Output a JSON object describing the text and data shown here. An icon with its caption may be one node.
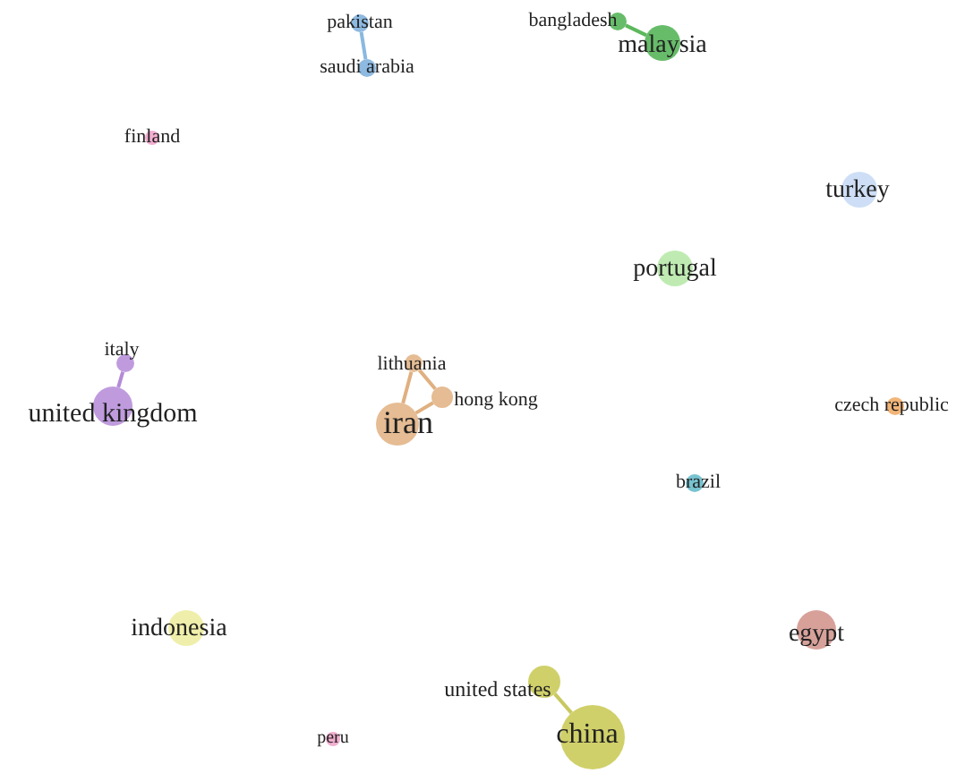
{
  "diagram": {
    "nodes": [
      {
        "text": [
          "pakistan"
        ]
      },
      {
        "text": [
          "saudi arabia"
        ]
      },
      {
        "text": [
          "bangladesh"
        ]
      },
      {
        "text": [
          "malaysia"
        ]
      },
      {
        "text": [
          "finland"
        ]
      },
      {
        "text": [
          "turkey"
        ]
      },
      {
        "text": [
          "portugal"
        ]
      },
      {
        "text": [
          "italy"
        ]
      },
      {
        "text": [
          "lithuania"
        ]
      },
      {
        "text": [
          "hong kong"
        ]
      },
      {
        "text": [
          "united kingdom"
        ]
      },
      {
        "text": [
          "iran"
        ]
      },
      {
        "text": [
          "czech republic"
        ]
      },
      {
        "text": [
          "brazil"
        ]
      },
      {
        "text": [
          "indonesia"
        ]
      },
      {
        "text": [
          "egypt"
        ]
      },
      {
        "text": [
          "united states"
        ]
      },
      {
        "text": [
          "china"
        ]
      },
      {
        "text": [
          "peru"
        ]
      }
    ],
    "edges": [
      {
        "from": 0,
        "to": 1,
        "arrow": "none",
        "color": "#8ab8e0"
      },
      {
        "from": 2,
        "to": 3,
        "arrow": "none",
        "color": "#5cb85c"
      },
      {
        "from": 7,
        "to": 10,
        "arrow": "none",
        "color": "#b48ad8"
      },
      {
        "from": 8,
        "to": 11,
        "arrow": "none",
        "color": "#e0b080"
      },
      {
        "from": 9,
        "to": 11,
        "arrow": "none",
        "color": "#e0b080"
      },
      {
        "from": 8,
        "to": 9,
        "arrow": "none",
        "color": "#e0b080"
      },
      {
        "from": 16,
        "to": 17,
        "arrow": "none",
        "color": "#c8c860"
      }
    ]
  }
}
